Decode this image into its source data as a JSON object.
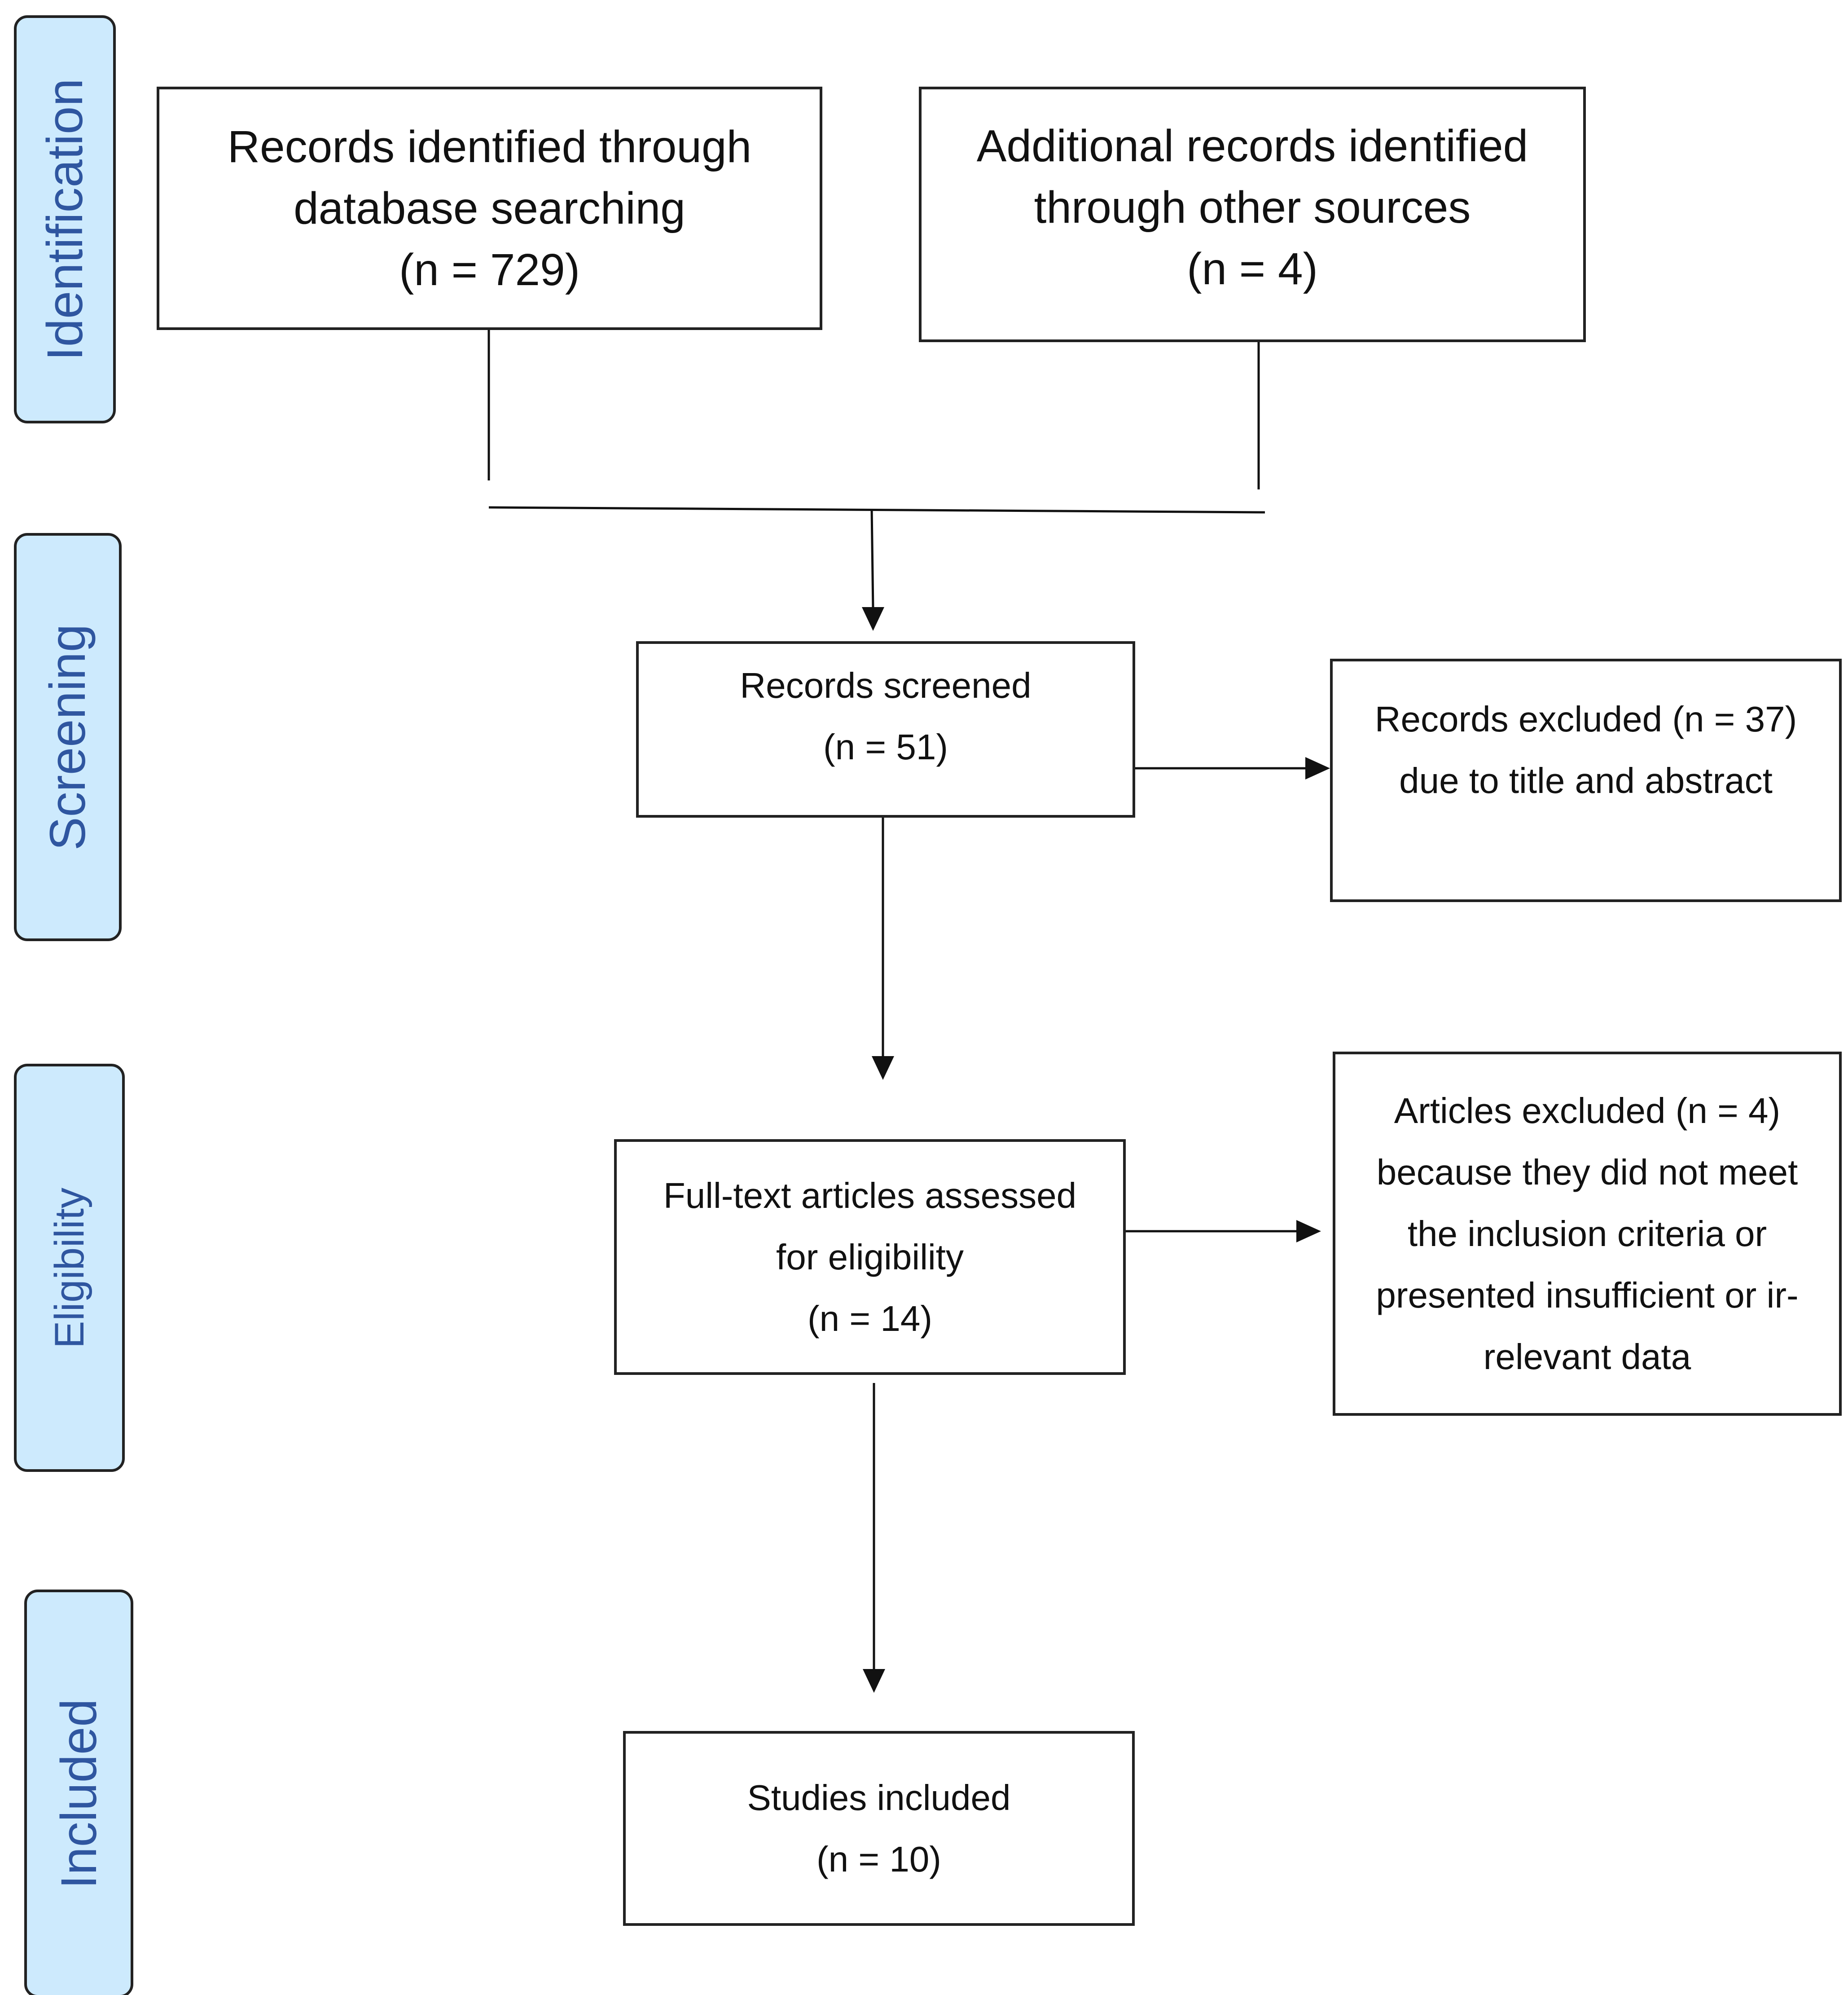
{
  "stages": {
    "identification": "Identification",
    "screening": "Screening",
    "eligibility": "Eligibility",
    "included": "Included"
  },
  "boxes": {
    "database_records": {
      "line1": "Records identified through",
      "line2": "database searching",
      "line3": "(n = 729)"
    },
    "other_records": {
      "line1": "Additional records identified",
      "line2": "through other sources",
      "line3": "(n = 4)"
    },
    "screened": {
      "line1": "Records screened",
      "line2": "(n = 51)"
    },
    "excluded_screening": {
      "line1": "Records excluded (n = 37)",
      "line2": "due to title and abstract"
    },
    "full_text": {
      "line1": "Full-text articles assessed",
      "line2": "for eligibility",
      "line3": "(n = 14)"
    },
    "excluded_articles": {
      "line1": "Articles excluded (n = 4)",
      "line2": "because they did not meet",
      "line3": "the inclusion criteria or",
      "line4": "presented insufficient or ir-",
      "line5": "relevant data"
    },
    "included": {
      "line1": "Studies included",
      "line2": "(n = 10)"
    }
  },
  "colors": {
    "stage_fill": "#cdeafd",
    "stage_text": "#2f56a0",
    "box_border": "#222222",
    "text": "#111111"
  }
}
